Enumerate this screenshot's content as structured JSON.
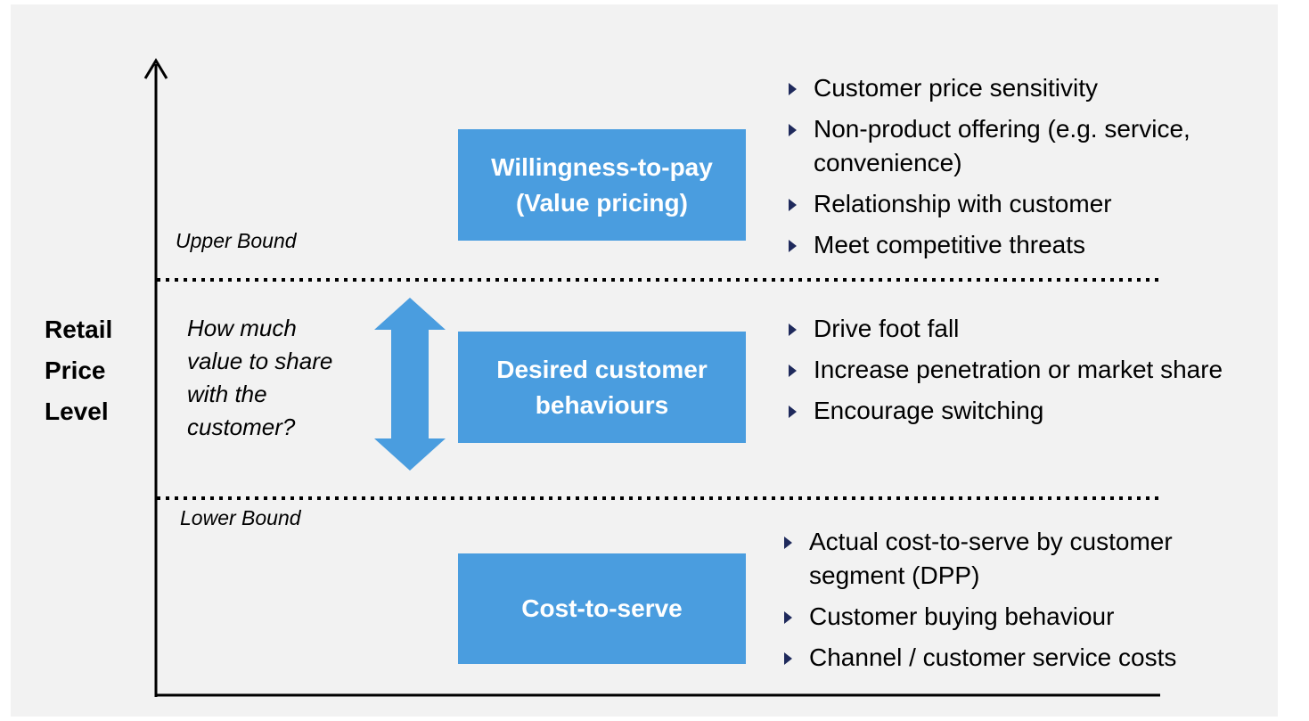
{
  "axis": {
    "y_label": [
      "Retail",
      "Price",
      "Level"
    ]
  },
  "bounds": {
    "upper": "Upper Bound",
    "lower": "Lower Bound"
  },
  "question": [
    "How much",
    "value to share",
    "with the",
    "customer?"
  ],
  "boxes": {
    "top": [
      "Willingness-to-pay",
      "(Value pricing)"
    ],
    "middle": [
      "Desired customer",
      "behaviours"
    ],
    "bottom": [
      "Cost-to-serve"
    ]
  },
  "bullets": {
    "top": [
      "Customer price sensitivity",
      "Non-product offering (e.g. service, convenience)",
      "Relationship with customer",
      "Meet competitive threats"
    ],
    "middle": [
      "Drive foot fall",
      "Increase penetration or market share",
      "Encourage switching"
    ],
    "bottom": [
      "Actual cost-to-serve by customer segment (DPP)",
      "Customer buying behaviour",
      "Channel / customer service costs"
    ]
  },
  "colors": {
    "box_fill": "#4a9ddf",
    "arrow_fill": "#4a9ddf",
    "bullet_marker": "#1f2a5c",
    "background": "#f2f2f2"
  }
}
